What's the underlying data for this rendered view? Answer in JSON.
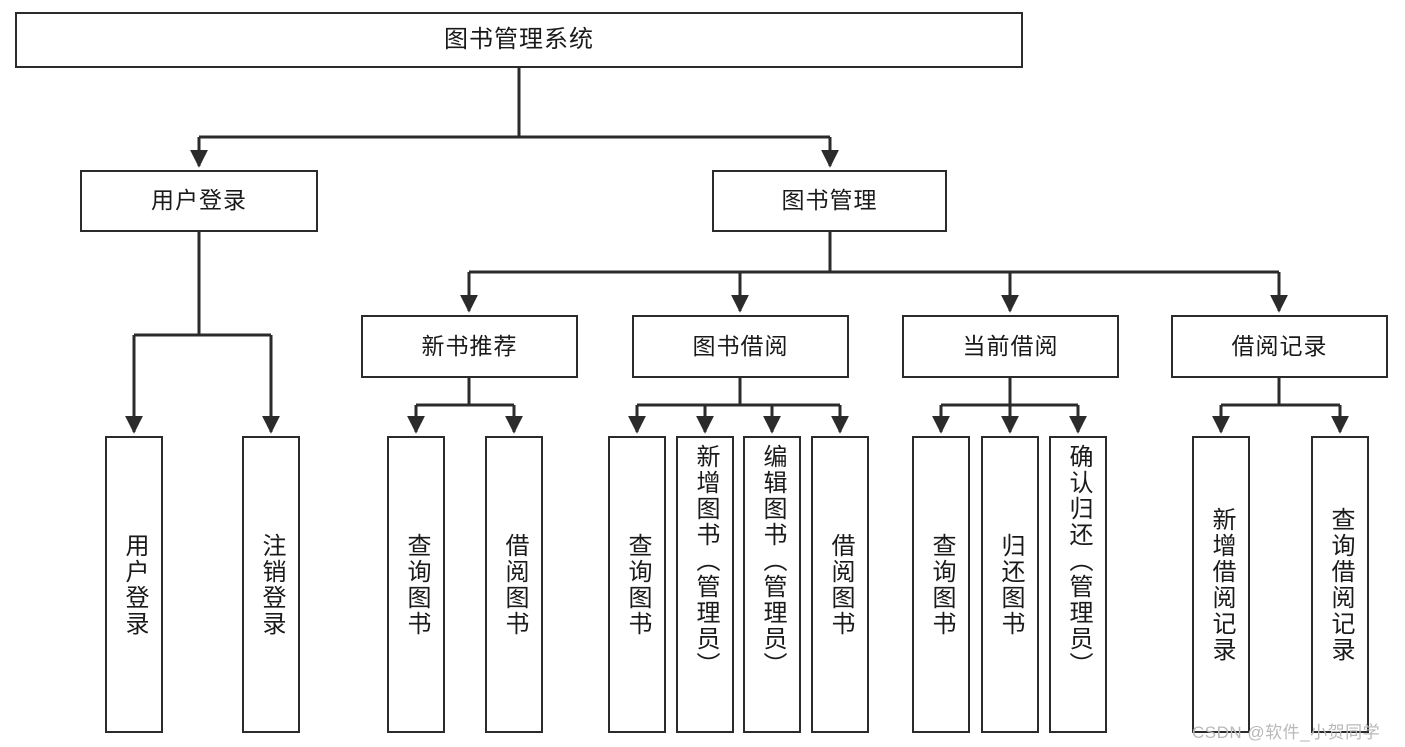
{
  "diagram": {
    "title": "图书管理系统",
    "type": "tree-hierarchy-chart",
    "colors": {
      "box_border": "#2b2b2b",
      "box_fill": "#ffffff",
      "connector": "#2b2b2b",
      "text": "#1a1a1a",
      "watermark": "#b9b9b9",
      "background": "#ffffff"
    }
  },
  "nodes": {
    "root": {
      "label": "图书管理系统"
    },
    "level2": [
      {
        "label": "用户登录"
      },
      {
        "label": "图书管理"
      }
    ],
    "level3": [
      {
        "label": "新书推荐"
      },
      {
        "label": "图书借阅"
      },
      {
        "label": "当前借阅"
      },
      {
        "label": "借阅记录"
      }
    ],
    "leaves": {
      "user_login": [
        {
          "label": "用户登录"
        },
        {
          "label": "注销登录"
        }
      ],
      "new_book_recommend": [
        {
          "label": "查询图书"
        },
        {
          "label": "借阅图书"
        }
      ],
      "book_borrow": [
        {
          "label": "查询图书"
        },
        {
          "label": "新增图书（管理员）"
        },
        {
          "label": "编辑图书（管理员）"
        },
        {
          "label": "借阅图书"
        }
      ],
      "current_borrow": [
        {
          "label": "查询图书"
        },
        {
          "label": "归还图书"
        },
        {
          "label": "确认归还（管理员）"
        }
      ],
      "borrow_record": [
        {
          "label": "新增借阅记录"
        },
        {
          "label": "查询借阅记录"
        }
      ]
    }
  },
  "watermark": {
    "text": "CSDN @软件_小贺同学"
  }
}
